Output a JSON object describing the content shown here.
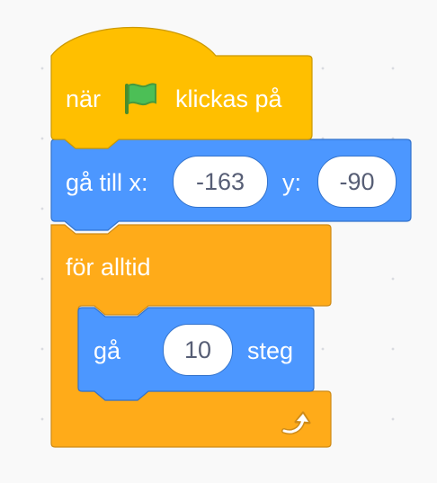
{
  "workspace": {
    "hat_block": {
      "text_before": "när",
      "icon": "green-flag-icon",
      "text_after": "klickas på",
      "color": "#ffbf00"
    },
    "goto_block": {
      "label_x": "gå till x:",
      "x_value": "-163",
      "label_y": "y:",
      "y_value": "-90",
      "color": "#4c97ff"
    },
    "forever_block": {
      "label": "för alltid",
      "loop_icon": "loop-arrow-icon",
      "color": "#ffab19"
    },
    "move_block": {
      "label_before": "gå",
      "value": "10",
      "label_after": "steg",
      "color": "#4c97ff"
    }
  }
}
